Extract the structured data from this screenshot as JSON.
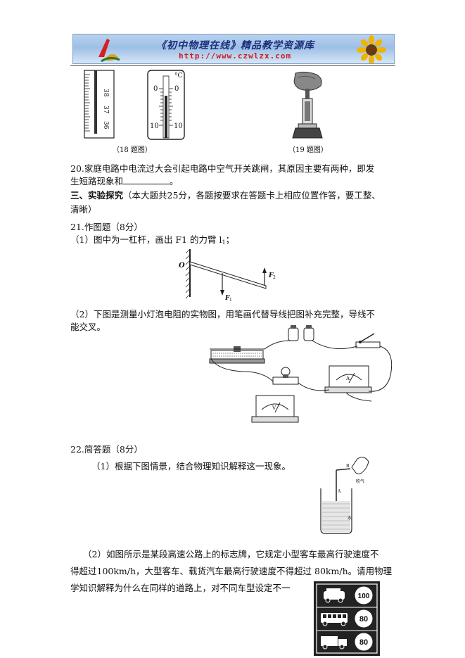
{
  "banner": {
    "title": "《初中物理在线》精品教学资源库",
    "url": "http://www.czwlzx.com"
  },
  "figures": {
    "fig18_caption": "（18 题图）",
    "fig19_caption": "（19 题图）",
    "clinical_marks": [
      "38",
      "37",
      "36"
    ],
    "celsius_unit": "°C",
    "celsius_marks": [
      "0",
      "10"
    ],
    "celsius_marks_right": [
      "0",
      "10"
    ],
    "lever_labels": {
      "pivot": "O",
      "force1": "F",
      "force1_sub": "1",
      "force2": "F",
      "force2_sub": "2"
    },
    "meters": {
      "ammeter": "A",
      "voltmeter": "V"
    },
    "straw_labels": {
      "b": "B",
      "a": "A",
      "blow": "吹气",
      "water": "水"
    },
    "speed_limits": [
      "100",
      "80",
      "80"
    ]
  },
  "text": {
    "q20_line1": "20.家庭电路中电流过大会引起电路中空气开关跳闸，其原因主要有两种，即发",
    "q20_line2_a": "生短路现象和",
    "q20_line2_b": "。",
    "s3_heading": "三、实验探究",
    "s3_rest": "（本大题共25分，各题按要求在答题卡上相应位置作答，要工整、",
    "s3_line2": "清晰）",
    "q21_title": "21.作图题（8分）",
    "q21_1_a": "（1）图中为一杠杆，画出 F1 的力臂 l",
    "q21_1_sub": "1",
    "q21_1_b": "；",
    "q21_2_line1": "（2）下图是测量小灯泡电阻的实物图，用笔画代替导线把图补充完整，导线不",
    "q21_2_line2": "能交叉。",
    "q22_title": "22.简答题（8分）",
    "q22_1": "（1）根据下图情景，结合物理知识解释这一现象。",
    "q22_2_line1": "（2）如图所示是某段高速公路上的标志牌，它规定小型客车最高行驶速度不",
    "q22_2_line2": "得超过100km/h，大型客车、载货汽车最高行驶速度不得超过 80km/h。请用物理",
    "q22_2_line3": "学知识解释为什么在同样的道路上，对不同车型设定不一"
  }
}
